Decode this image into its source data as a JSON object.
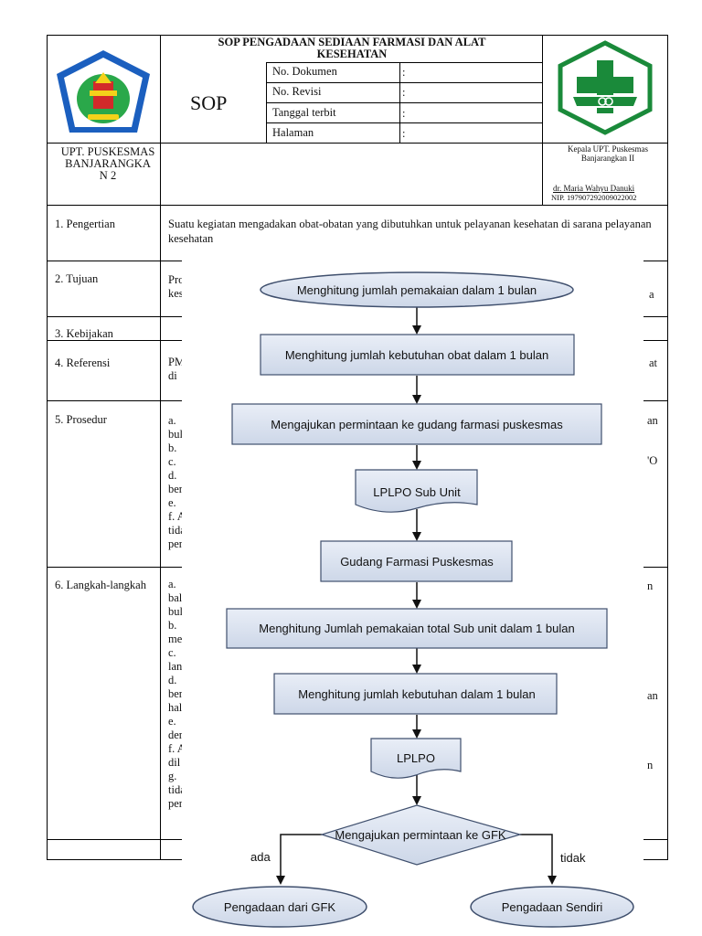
{
  "header": {
    "title": "SOP PENGADAAN SEDIAAN FARMASI DAN ALAT KESEHATAN",
    "sop_label": "SOP",
    "meta_labels": [
      "No. Dokumen",
      "No. Revisi",
      "Tanggal terbit",
      "Halaman"
    ],
    "meta_sep": ":",
    "org_name": "UPT. PUSKESMAS BANJARANGKA N 2",
    "signer_title": "Kepala UPT. Puskesmas Banjarangkan II",
    "signer_name": "dr. Maria Wahyu Danuki",
    "signer_nip": "NIP. 197907292009022002"
  },
  "sections": [
    {
      "label": "1. Pengertian",
      "text": "Suatu kegiatan mengadakan obat-obatan yang dibutuhkan untuk pelayanan kesehatan di sarana pelayanan kesehatan"
    },
    {
      "label": "2. Tujuan",
      "lines": [
        "Pro",
        "kes"
      ],
      "right": [
        "a"
      ]
    },
    {
      "label": "3. Kebijakan"
    },
    {
      "label": "4. Referensi",
      "lines": [
        "PM",
        "di"
      ],
      "right": [
        "at"
      ]
    },
    {
      "label": "5. Prosedur",
      "lines": [
        "a. ",
        "bul",
        "b. ",
        "c. ",
        "d. ",
        "ber",
        "e. ",
        "f. A",
        "tida",
        "per"
      ],
      "right": [
        "an",
        "'O"
      ]
    },
    {
      "label": "6. Langkah-langkah",
      "lines": [
        "a. ",
        "bal",
        "bul",
        "b. ",
        "me",
        "c. ",
        "lan",
        "d. ",
        "ber",
        "hal",
        "e. ",
        "der",
        "f. A",
        "dil",
        "g. ",
        "tida",
        "per"
      ],
      "right": [
        "n",
        "an",
        "n"
      ]
    }
  ],
  "flow": {
    "start": "Menghitung jumlah pemakaian dalam 1 bulan",
    "step1": "Menghitung jumlah kebutuhan obat dalam 1 bulan",
    "step2": "Mengajukan permintaan ke gudang farmasi puskesmas",
    "doc1": "LPLPO Sub Unit",
    "step3": "Gudang Farmasi Puskesmas",
    "step4": "Menghitung Jumlah pemakaian total Sub unit dalam 1 bulan",
    "step5": "Menghitung jumlah kebutuhan dalam 1 bulan",
    "doc2": "LPLPO",
    "decision": "Mengajukan permintaan ke GFK",
    "yes_label": "ada",
    "no_label": "tidak",
    "end_yes": "Pengadaan dari GFK",
    "end_no": "Pengadaan Sendiri"
  },
  "colors": {
    "box_fill": "#dde4f0",
    "box_stroke": "#4a5a78",
    "logo_green": "#1a8a3a",
    "logo_blue": "#1b5fbf",
    "logo_red": "#d22a2a",
    "logo_yellow": "#f4d21a"
  }
}
